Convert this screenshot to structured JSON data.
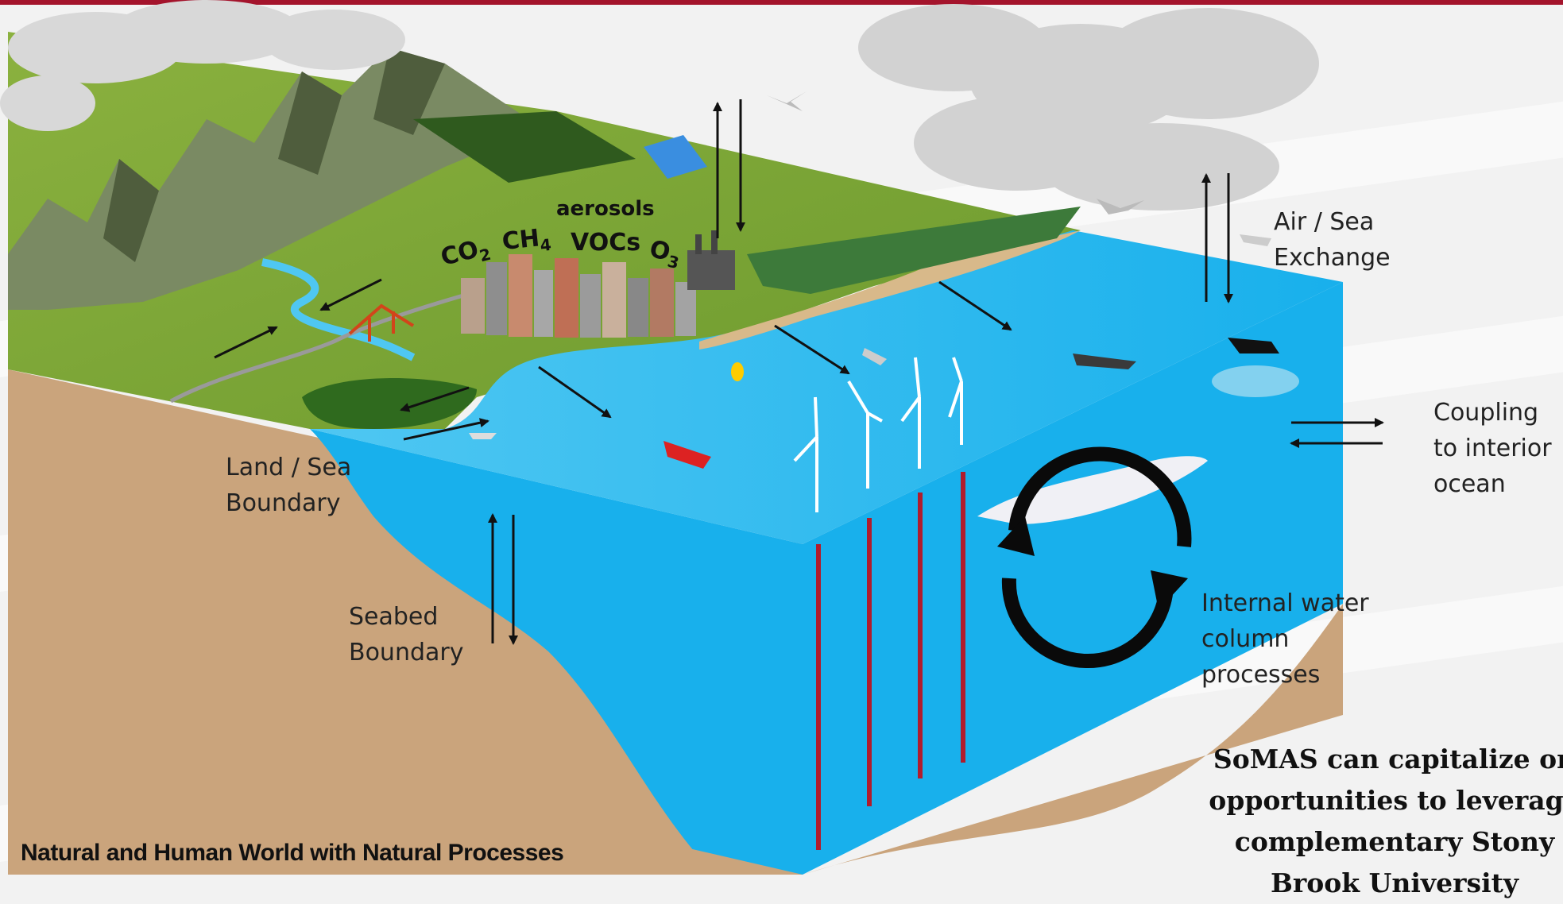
{
  "labels": {
    "air_sea": [
      "Air / Sea",
      "Exchange"
    ],
    "coupling": [
      "Coupling",
      "to interior",
      "ocean"
    ],
    "land_sea": [
      "Land / Sea",
      "Boundary"
    ],
    "seabed": [
      "Seabed",
      "Boundary"
    ],
    "internal": [
      "Internal water",
      "column",
      "processes"
    ]
  },
  "chemicals": {
    "aerosols": "aerosols",
    "vocs": "VOCs",
    "co2": {
      "base": "CO",
      "sub": "2"
    },
    "ch4": {
      "base": "CH",
      "sub": "4"
    },
    "o3": {
      "base": "O",
      "sub": "3"
    }
  },
  "caption": "Natural and Human World with Natural Processes",
  "somas_text": [
    "SoMAS can capitalize on",
    "opportunities to leverage",
    "complementary Stony",
    "Brook University"
  ],
  "colors": {
    "accent_bar": "#a4142c",
    "ocean": "#1ab4ee",
    "land": "#caa47c",
    "grass": "#7fa93a",
    "pile": "#b01c2c"
  }
}
